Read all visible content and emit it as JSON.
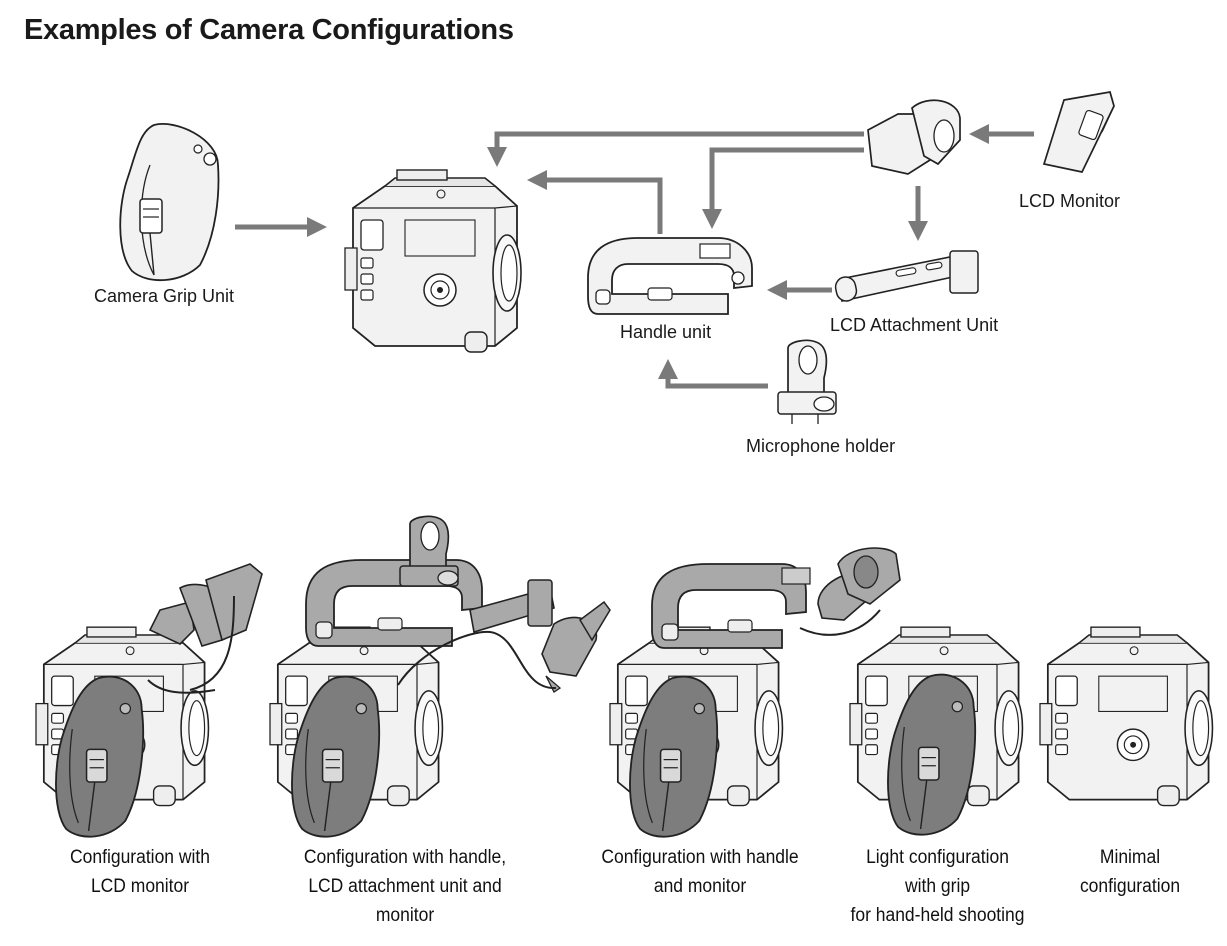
{
  "title": "Examples of Camera Configurations",
  "components": {
    "camera_grip_unit": "Camera Grip Unit",
    "handle_unit": "Handle unit",
    "lcd_monitor": "LCD Monitor",
    "lcd_attachment_unit": "LCD Attachment Unit",
    "microphone_holder": "Microphone holder"
  },
  "configurations": [
    {
      "lines": [
        "Configuration with",
        "LCD monitor"
      ]
    },
    {
      "lines": [
        "Configuration with handle,",
        "LCD attachment unit and",
        "monitor"
      ]
    },
    {
      "lines": [
        "Configuration with handle",
        "and monitor"
      ]
    },
    {
      "lines": [
        "Light configuration",
        "with grip",
        "for hand-held shooting"
      ]
    },
    {
      "lines": [
        "Minimal",
        "configuration"
      ]
    }
  ],
  "colors": {
    "arrow": "#7a7a7a",
    "part_outline": "#222222",
    "part_fill": "#f2f2f2",
    "grip_fill": "#7d7d7d",
    "handle_fill": "#a9a9a9"
  }
}
